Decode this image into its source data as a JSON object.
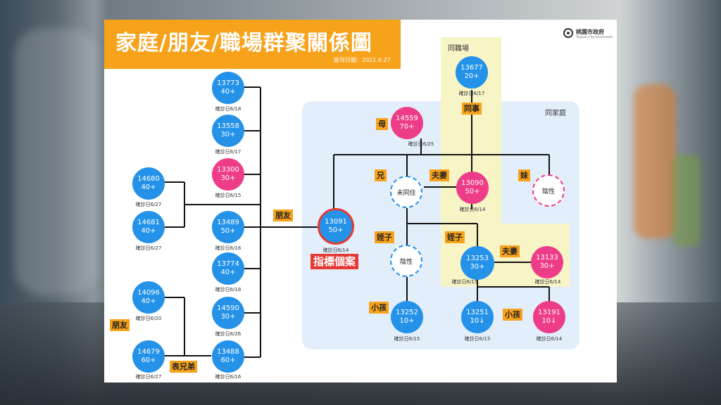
{
  "header": {
    "title": "家庭/朋友/職場群聚關係圖",
    "report_date": "报导日期：2021.6.27",
    "gov_name": "桃園市政府",
    "gov_sub": "Taoyuan City Government"
  },
  "zones": {
    "family": "同家庭",
    "workplace": "同職場"
  },
  "tags": {
    "friend_left": "朋友",
    "friend_right": "朋友",
    "cousin": "表兄弟",
    "colleague": "同事",
    "mother": "母",
    "elder_brother": "兄",
    "couple1": "夫妻",
    "younger_sister": "妹",
    "nephew1": "姪子",
    "nephew2": "姪子",
    "couple2": "夫妻",
    "child1": "小孩",
    "child2": "小孩",
    "index_case": "指標個案"
  },
  "nodes": {
    "n13773": {
      "id": "13773",
      "age": "40+",
      "date": "確診日6/18"
    },
    "n13558": {
      "id": "13558",
      "age": "30+",
      "date": "確診日6/17"
    },
    "n13300": {
      "id": "13300",
      "age": "30+",
      "date": "確診日6/15"
    },
    "n14680": {
      "id": "14680",
      "age": "40+",
      "date": "確診日6/27"
    },
    "n14681": {
      "id": "14681",
      "age": "40+",
      "date": "確診日6/27"
    },
    "n13489": {
      "id": "13489",
      "age": "50+",
      "date": "確診日6/16"
    },
    "n13774": {
      "id": "13774",
      "age": "40+",
      "date": "確診日6/18"
    },
    "n14096": {
      "id": "14096",
      "age": "40+",
      "date": "確診日6/20"
    },
    "n14590": {
      "id": "14590",
      "age": "30+",
      "date": "確診日6/26"
    },
    "n14679": {
      "id": "14679",
      "age": "60+",
      "date": "確診日6/27"
    },
    "n13488": {
      "id": "13488",
      "age": "60+",
      "date": "確診日6/16"
    },
    "n13091": {
      "id": "13091",
      "age": "50+",
      "date": "確診日6/14"
    },
    "n14559": {
      "id": "14559",
      "age": "70+",
      "date": "確診日6/25"
    },
    "n13677": {
      "id": "13677",
      "age": "20+",
      "date": "確診日6/17"
    },
    "brother": {
      "label": "未同住"
    },
    "n13090": {
      "id": "13090",
      "age": "50+",
      "date": "確診日6/14"
    },
    "sister": {
      "label": "陰性"
    },
    "nephew_neg": {
      "label": "陰性"
    },
    "n13253": {
      "id": "13253",
      "age": "30+",
      "date": "確診日6/15"
    },
    "n13133": {
      "id": "13133",
      "age": "30+",
      "date": "確診日6/14"
    },
    "n13252": {
      "id": "13252",
      "age": "10+",
      "date": "確診日6/15"
    },
    "n13251": {
      "id": "13251",
      "age": "10↓",
      "date": "確診日6/15"
    },
    "n13191": {
      "id": "13191",
      "age": "10↓",
      "date": "確診日6/14"
    }
  }
}
